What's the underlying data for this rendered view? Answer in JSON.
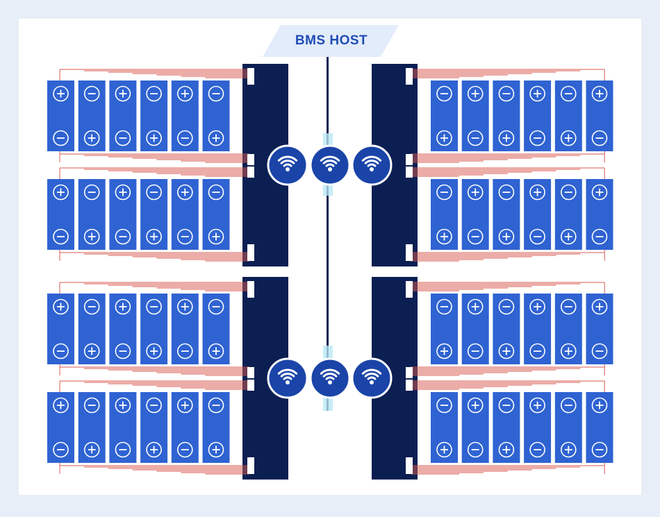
{
  "host": {
    "label": "BMS HOST"
  },
  "symbols": {
    "positive": "+",
    "negative": "−"
  },
  "icons": {
    "wireless": "wifi-icon"
  },
  "colors": {
    "page_bg": "#e8eef7",
    "panel_bg": "#ffffff",
    "cell_fill": "#2f63d2",
    "cell_stroke": "#ffffff",
    "bms_board": "#0b1f52",
    "wire": "#d8584f",
    "bus_line": "#0b1f52",
    "bus_glow": "#c6eef8",
    "host_banner": "#e3ecfa",
    "host_text": "#1f4db5",
    "wifi_badge": "#1a44a8",
    "connector": "#ffffff"
  },
  "layout_desc": {
    "modules": 8,
    "cells_per_module": 6,
    "wireless_nodes": 6
  }
}
